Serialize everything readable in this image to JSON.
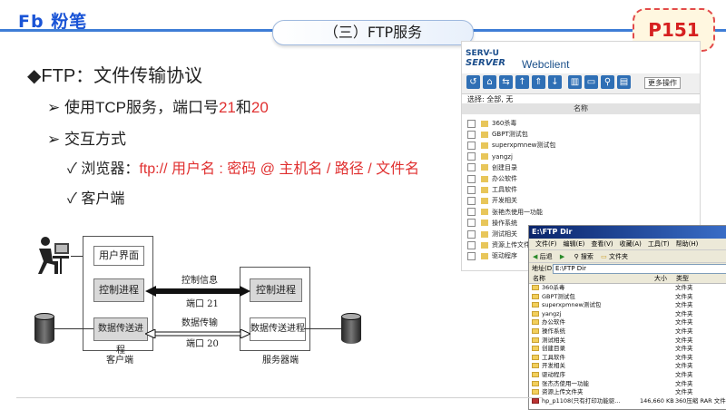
{
  "logo": "Fb 粉笔",
  "slide_title": "（三）FTP服务",
  "page_badge": "P151",
  "bullets": {
    "b1": "FTP：文件传输协议",
    "b2_prefix": "使用TCP服务，端口号",
    "b2_port1": "21",
    "b2_and": "和",
    "b2_port2": "20",
    "b3": "交互方式",
    "b4_prefix": "浏览器：",
    "b4_url": "ftp:// 用户名 : 密码 @ 主机名 / 路径 / 文件名",
    "b5": "客户端"
  },
  "diagram": {
    "client_ui": "用户界面",
    "client_control": "控制进程",
    "client_data": "数据传送进程",
    "server_control": "控制进程",
    "server_data": "数据传送进程",
    "control_info": "控制信息",
    "port21": "端口 21",
    "data_transfer": "数据传输",
    "port20": "端口 20",
    "client_label": "客户端",
    "server_label": "服务器端"
  },
  "webclient": {
    "brand_top": "SERV-U",
    "brand": "SERVER",
    "name": "Webclient",
    "more_button": "更多操作",
    "select_text": "选择: 全部, 无",
    "column": "名称",
    "items": [
      "360杀毒",
      "GBPT测试包",
      "superxpmnew测试包",
      "yangzj",
      "创建目录",
      "办公软件",
      "工具软件",
      "开发相关",
      "张艳杰使用一功能",
      "操作系统",
      "测试相关",
      "资源上传文件夹",
      "驱动程序"
    ]
  },
  "explorer": {
    "title": "E:\\FTP Dir",
    "menu": [
      "文件(F)",
      "编辑(E)",
      "查看(V)",
      "收藏(A)",
      "工具(T)",
      "帮助(H)"
    ],
    "back": "后退",
    "search": "搜索",
    "folders_btn": "文件夹",
    "address_label": "地址(D)",
    "address": "E:\\FTP Dir",
    "col_name": "名称",
    "col_size": "大小",
    "col_type": "类型",
    "rows": [
      {
        "name": "360杀毒",
        "size": "",
        "type": "文件夹"
      },
      {
        "name": "GBPT测试包",
        "size": "",
        "type": "文件夹"
      },
      {
        "name": "superxpmnew测试包",
        "size": "",
        "type": "文件夹"
      },
      {
        "name": "yangzj",
        "size": "",
        "type": "文件夹"
      },
      {
        "name": "办公软件",
        "size": "",
        "type": "文件夹"
      },
      {
        "name": "操作系统",
        "size": "",
        "type": "文件夹"
      },
      {
        "name": "测试相关",
        "size": "",
        "type": "文件夹"
      },
      {
        "name": "创建目录",
        "size": "",
        "type": "文件夹"
      },
      {
        "name": "工具软件",
        "size": "",
        "type": "文件夹"
      },
      {
        "name": "开发相关",
        "size": "",
        "type": "文件夹"
      },
      {
        "name": "驱动程序",
        "size": "",
        "type": "文件夹"
      },
      {
        "name": "张杰杰使用一功能",
        "size": "",
        "type": "文件夹"
      },
      {
        "name": "资源上传文件夹",
        "size": "",
        "type": "文件夹"
      },
      {
        "name": "hp_p1108(只有打印功能驱...",
        "size": "146,660 KB",
        "type": "360压缩 RAR 文件"
      }
    ]
  }
}
